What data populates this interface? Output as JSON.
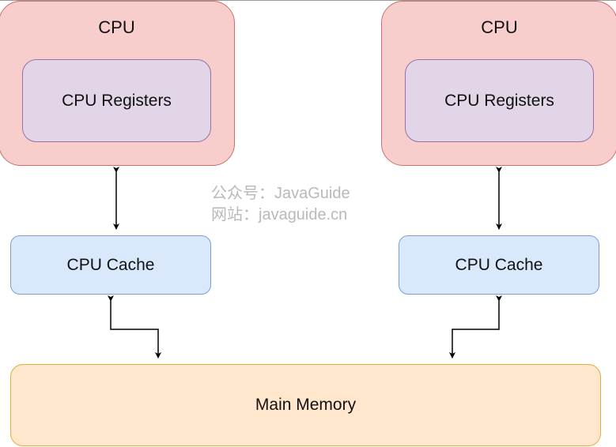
{
  "diagram": {
    "cpus": [
      {
        "label": "CPU",
        "registers_label": "CPU Registers",
        "cache_label": "CPU Cache"
      },
      {
        "label": "CPU",
        "registers_label": "CPU Registers",
        "cache_label": "CPU Cache"
      }
    ],
    "main_memory_label": "Main Memory",
    "watermark": {
      "line1": "公众号：JavaGuide",
      "line2": "网站：javaguide.cn"
    },
    "colors": {
      "cpu_fill": "#f8cecc",
      "cpu_stroke": "#c8706c",
      "registers_fill": "#e1d5e7",
      "registers_stroke": "#9673a6",
      "cache_fill": "#dae8fc",
      "cache_stroke": "#7c9fd0",
      "memory_fill": "#ffe6cc",
      "memory_stroke": "#e1ad3c"
    }
  }
}
